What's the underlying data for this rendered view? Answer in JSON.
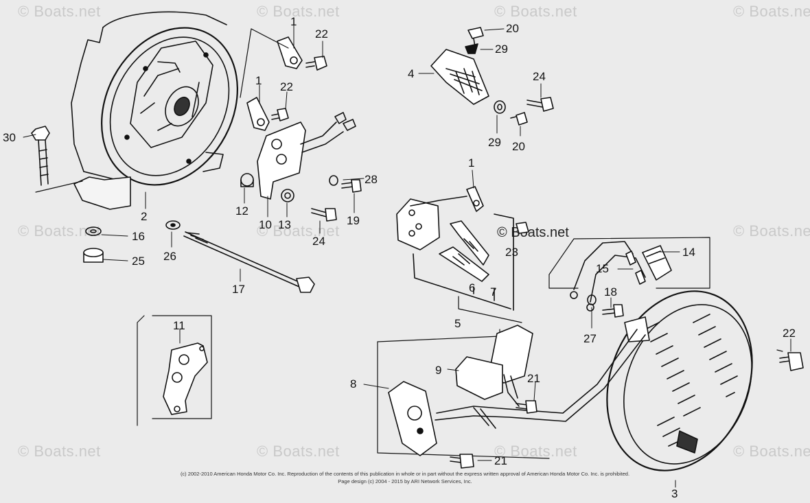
{
  "watermark_text": "© Boats.net",
  "callouts": {
    "c1a": "1",
    "c22a": "22",
    "c1b": "1",
    "c22b": "22",
    "c30": "30",
    "c2": "2",
    "c16": "16",
    "c25": "25",
    "c26": "26",
    "c17": "17",
    "c12": "12",
    "c10": "10",
    "c13": "13",
    "c28": "28",
    "c19": "19",
    "c24a": "24",
    "c20a": "20",
    "c29a": "29",
    "c4": "4",
    "c24b": "24",
    "c29b": "29",
    "c20b": "20",
    "c1c": "1",
    "c23": "23",
    "c6": "6",
    "c7": "7",
    "c5": "5",
    "c14": "14",
    "c15": "15",
    "c18": "18",
    "c27": "27",
    "c22c": "22",
    "c9": "9",
    "c21a": "21",
    "c8": "8",
    "c21b": "21",
    "c3": "3",
    "c11": "11"
  },
  "footer": {
    "line1": "(c) 2002-2010 American Honda Motor Co. Inc. Reproduction of the contents of this publication in whole or in part without the express written approval of American Honda Motor Co. Inc. is prohibited.",
    "line2": "Page design (c) 2004 - 2015 by ARI Network Services, Inc."
  },
  "colors": {
    "background": "#ebebeb",
    "ink": "#111111",
    "watermark": "#c9c9c9"
  }
}
